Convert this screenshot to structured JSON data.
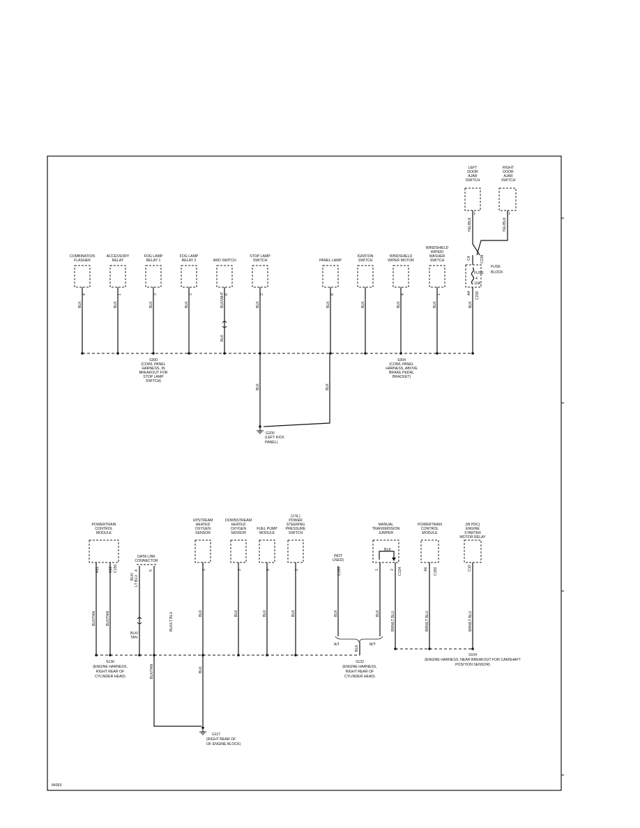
{
  "diagram_id": "84363",
  "top_section": {
    "components": [
      {
        "name": "COMBINATION FLASHER",
        "pin": "4",
        "wire": "BLK"
      },
      {
        "name": "ACCESSORY RELAY",
        "pin": "1",
        "wire": "BLK"
      },
      {
        "name": "FOG LAMP RELAY 1",
        "pin": "3",
        "wire": "BLK"
      },
      {
        "name": "FOG LAMP RELAY 2",
        "pin": "3",
        "wire": "BLK"
      },
      {
        "name": "4WD SWITCH",
        "pin": "8",
        "wire": "BLK/WHT"
      },
      {
        "name": "STOP LAMP SWITCH",
        "pin": "2",
        "wire": "BLK"
      },
      {
        "name": "PANEL LAMP",
        "pin": "8",
        "wire": "BLK"
      },
      {
        "name": "IGNITION SWITCH",
        "pin": "",
        "wire": "BLK"
      },
      {
        "name": "WINDSHIELD WIPER MOTOR",
        "pin": "4",
        "wire": "BLK"
      },
      {
        "name": "WINDSHIELD WIPER/ WASHER SWITCH",
        "pin": "1",
        "wire": "BLK"
      }
    ],
    "door_switches": [
      {
        "name": "LEFT DOOR AJAR SWITCH",
        "pin": "1",
        "wire": "YEL/BLK"
      },
      {
        "name": "RIGHT DOOR AJAR SWITCH",
        "pin": "1",
        "wire": "YEL/BLK"
      }
    ],
    "fuse_block": {
      "label": "FUSE BLOCK",
      "fuse": "FUSE",
      "fuse_num": "4",
      "amps": "10A",
      "pin_top": "C4",
      "conn_top": "C238",
      "pin_bottom": "A4",
      "conn_bottom": "C230",
      "wire": "BLK"
    },
    "wd4_lower_wire": "BLK",
    "splice_s300": "S300",
    "splice_s300_desc": "(COWL PANEL HARNESS, IN BREAKOUT FOR STOP LAMP SWITCH)",
    "splice_s304": "S304",
    "splice_s304_desc": "(COWL PANEL HARNESS, ABOVE BRAKE PEDAL BRACKET)",
    "ground_wire_left": "BLK",
    "ground_wire_right": "BLK",
    "ground_g200": "G200",
    "ground_g200_desc": "(LEFT KICK PANEL)"
  },
  "bottom_section": {
    "pcm_left": {
      "name": "POWERTRAIN CONTROL MODULE",
      "pins": [
        "A31",
        "A32"
      ],
      "conn": "C150",
      "wire1": "BLK/TAN",
      "wire2": "BLK/TAN"
    },
    "dlc": {
      "name": "DATA LINK CONNECTOR",
      "pin1": "4",
      "pin2": "5",
      "wire_top": "LT BLU",
      "wire_top2": "BLK/",
      "wire_mid": "BLK/ TAN",
      "wire_right": "BLK/LT BLU",
      "wire_bottom": "BLK/TAN"
    },
    "sensors": [
      {
        "name": "UPSTREAM HEATED OXYGEN SENSOR",
        "pin": "2",
        "wire": "BLK"
      },
      {
        "name": "DOWNSTREAM HEATED OXYGEN SENSOR",
        "pin": "2",
        "wire": "BLK"
      },
      {
        "name": "FUEL PUMP MODULE",
        "pin": "6",
        "wire": "BLK"
      },
      {
        "name": "(2.5L) POWER STEERING PRESSURE SWITCH",
        "pin": "2",
        "wire": "BLK"
      }
    ],
    "not_used": {
      "label": "(NOT USED)",
      "conn": "C134",
      "wire": "BLK"
    },
    "mt_jumper": {
      "name": "MANUAL TRANSMISSION JUMPER",
      "pin1": "1",
      "pin2": "2",
      "conn": "C134",
      "loop_wire": "BLK",
      "wire_left": "BLK",
      "wire_right": "BRN/LT BLU"
    },
    "pcm_right": {
      "name": "POWERTRAIN CONTROL MODULE",
      "pin": "A6",
      "conn": "C150",
      "wire": "BRN/LT BLU"
    },
    "starter_relay": {
      "name": "(IN PDC) ENGINE STARTER MOTOR RELAY",
      "pin": "C10",
      "wire": "BRN/LT BLU"
    },
    "at_label": "A/T",
    "mt_label": "M/T",
    "s132_wire": "BLK",
    "splice_s130": "S130",
    "splice_s130_desc": "(ENGINE HARNESS, RIGHT REAR OF CYLINDER HEAD)",
    "splice_s132": "S132",
    "splice_s132_desc": "(ENGINE HARNESS, RIGHT REAR OF CYLINDER HEAD)",
    "splice_s104": "S104",
    "splice_s104_desc": "(ENGINE HARNESS, NEAR BREAKOUT FOR CAMSHAFT POSITION SENSOR)",
    "ground_wire": "BLK",
    "ground_g117": "G117",
    "ground_g117_desc": "(RIGHT REAR OF OF ENGINE BLOCK)"
  }
}
